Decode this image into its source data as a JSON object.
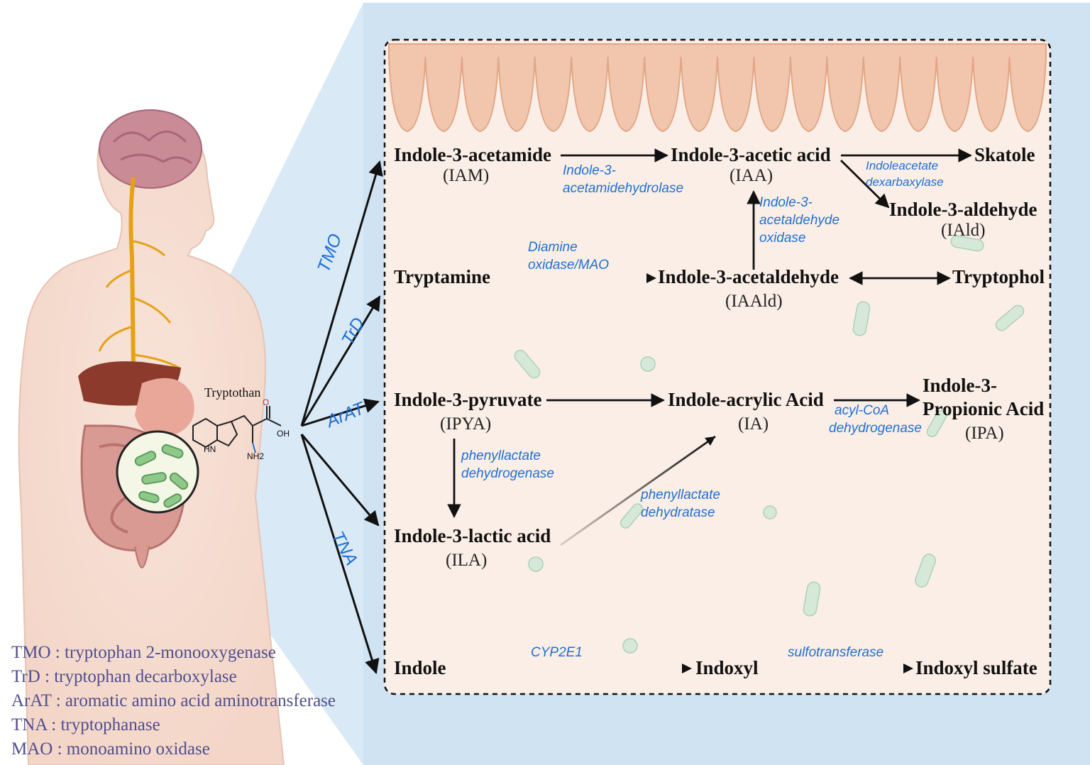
{
  "colors": {
    "panel_blue": "#cfe3f3",
    "box_fill": "#fbeee6",
    "enzyme_text": "#1f6fd6",
    "legend_text": "#4f4f8f",
    "arrow": "#111111",
    "villi": "#f1c6ad",
    "bacteria": "#bfe3cf"
  },
  "precursor": {
    "label": "Tryptothan",
    "nh_label": "HN",
    "nh2_label": "NH2",
    "oh_label": "OH",
    "o_label": "O"
  },
  "side_enzymes": [
    "TMO",
    "TrD",
    "ArAT",
    "TNA"
  ],
  "pathways": {
    "iam": {
      "name": "Indole-3-acetamide",
      "abbr": "(IAM)"
    },
    "iaa": {
      "name": "Indole-3-acetic acid",
      "abbr": "(IAA)"
    },
    "skatole": {
      "name": "Skatole"
    },
    "iald": {
      "name": "Indole-3-aldehyde",
      "abbr": "(IAld)"
    },
    "tryptamine": {
      "name": "Tryptamine"
    },
    "iaald": {
      "name": "Indole-3-acetaldehyde",
      "abbr": "(IAAld)"
    },
    "tryptophol": {
      "name": "Tryptophol"
    },
    "ipya": {
      "name": "Indole-3-pyruvate",
      "abbr": "(IPYA)"
    },
    "ia": {
      "name": "Indole-acrylic Acid",
      "abbr": "(IA)"
    },
    "ipa": {
      "line1": "Indole-3-",
      "line2": "Propionic Acid",
      "abbr": "(IPA)"
    },
    "ila": {
      "name": "Indole-3-lactic acid",
      "abbr": "(ILA)"
    },
    "indole": {
      "name": "Indole"
    },
    "indoxyl": {
      "name": "Indoxyl"
    },
    "indoxyl_sulfate": {
      "name": "Indoxyl sulfate"
    }
  },
  "enzymes": {
    "iam_hydrolase": [
      "Indole-3-",
      "acetamidehydrolase"
    ],
    "decarboxylase": [
      "Indoleacetate",
      "dexarbaxylase"
    ],
    "aldehyde_oxidase": [
      "Indole-3-",
      "acetaldehyde",
      "oxidase"
    ],
    "diamine_oxidase": [
      "Diamine",
      "oxidase/MAO"
    ],
    "acyl_coa": [
      "acyl-CoA",
      "dehydrogenase"
    ],
    "pl_dehydrogenase": [
      "phenyllactate",
      "dehydrogenase"
    ],
    "pl_dehydratase": [
      "phenyllactate",
      "dehydratase"
    ],
    "cyp2e1": [
      "CYP2E1"
    ],
    "sulfotransferase": [
      "sulfotransferase"
    ]
  },
  "legend": [
    "TMO :  tryptophan 2-monooxygenase",
    "TrD :  tryptophan decarboxylase",
    "ArAT :  aromatic amino acid aminotransferase",
    "TNA :  tryptophanase",
    "MAO :  monoamino oxidase"
  ]
}
